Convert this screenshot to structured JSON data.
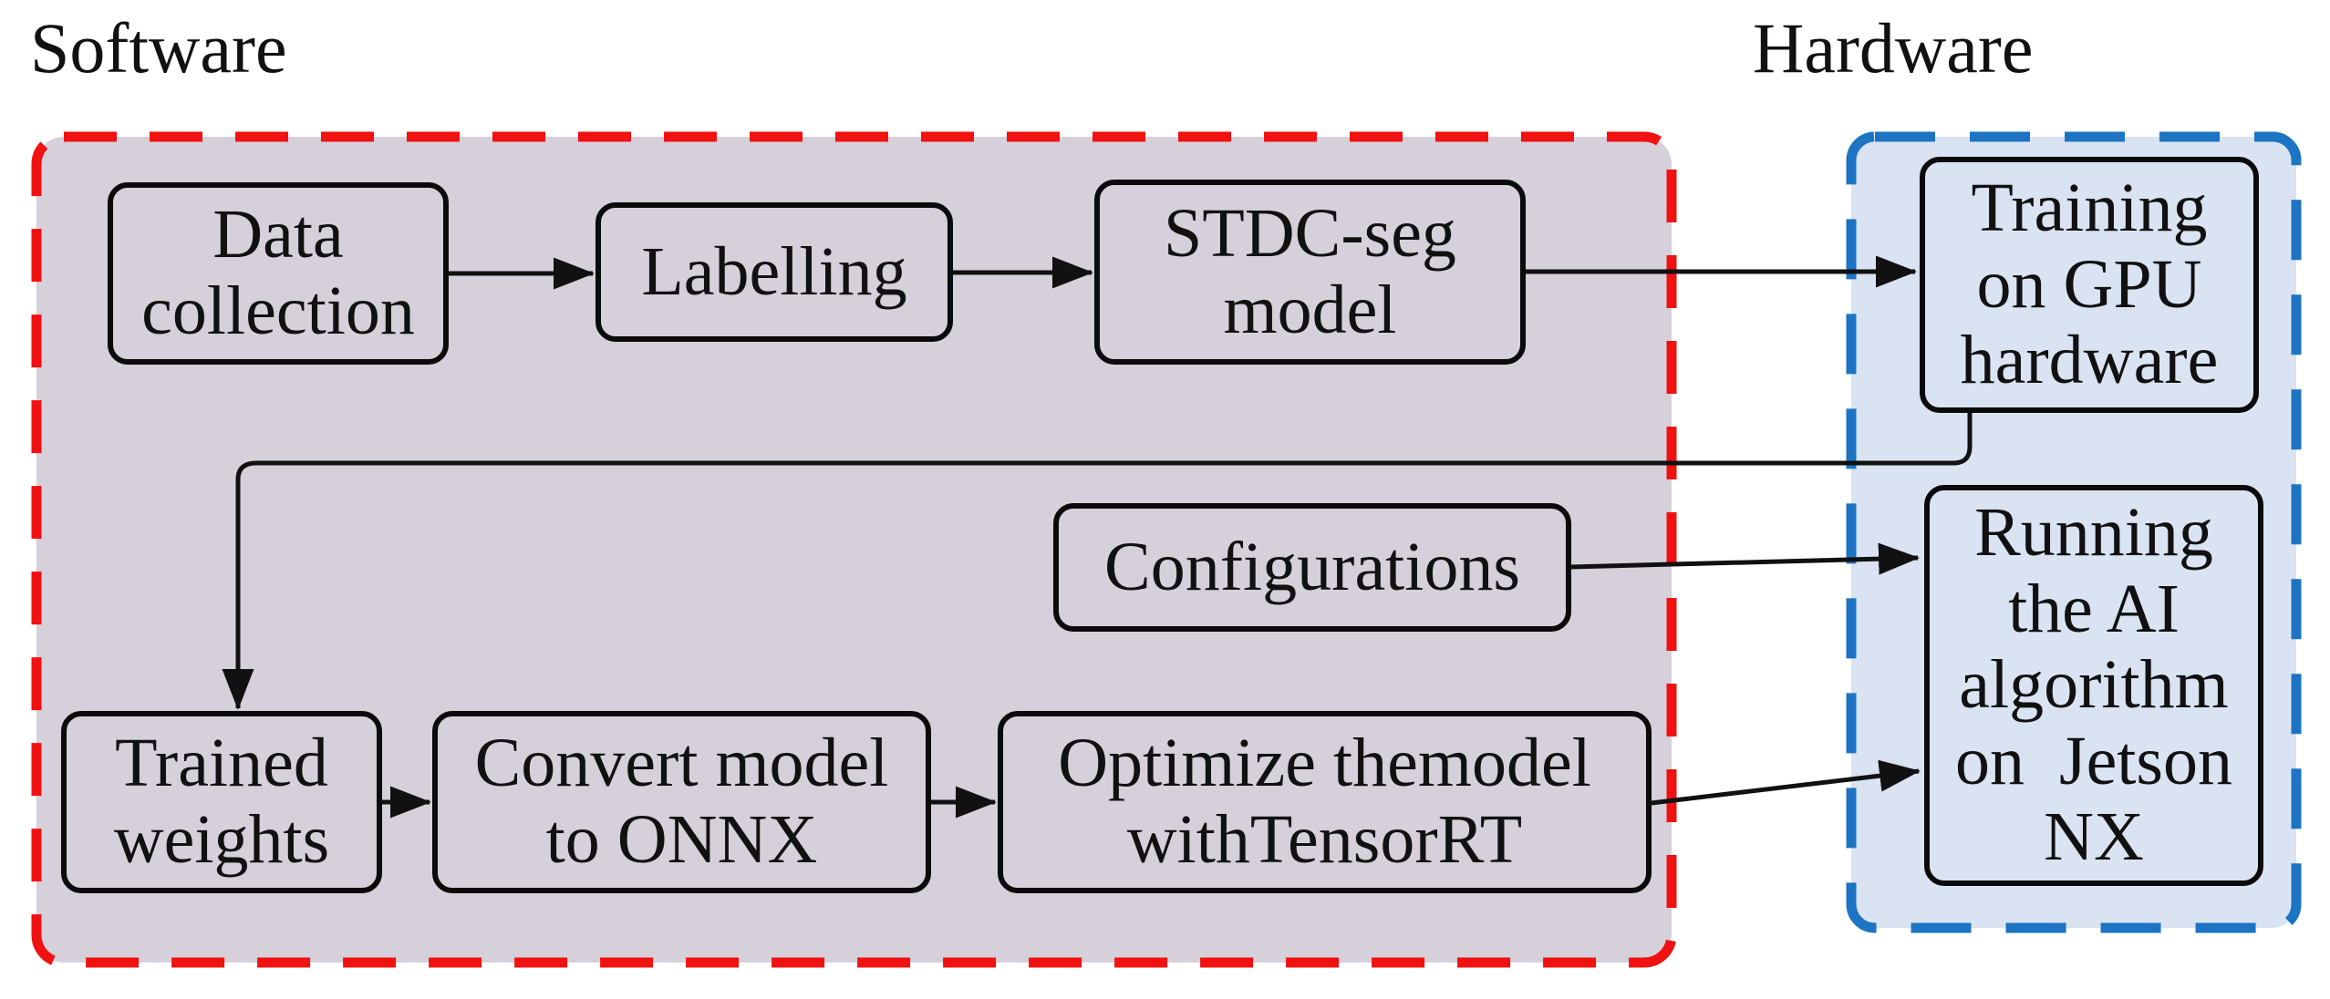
{
  "titles": {
    "software": "Software",
    "hardware": "Hardware"
  },
  "regions": {
    "software": {
      "title": "Software",
      "fill": "#d6d0db",
      "border_color": "#f01111",
      "border_style": "dashed"
    },
    "hardware": {
      "title": "Hardware",
      "fill": "#dae3f2",
      "border_color": "#1c74c2",
      "border_style": "dashed"
    }
  },
  "nodes": {
    "data_collection": {
      "label": "Data\ncollection",
      "region": "software"
    },
    "labelling": {
      "label": "Labelling",
      "region": "software"
    },
    "stdc_seg": {
      "label": "STDC-seg\nmodel",
      "region": "software"
    },
    "configurations": {
      "label": "Configurations",
      "region": "software"
    },
    "trained_weights": {
      "label": "Trained\nweights",
      "region": "software"
    },
    "convert_onnx": {
      "label": "Convert model\nto ONNX",
      "region": "software"
    },
    "optimize_trt": {
      "label": "Optimize themodel\nwithTensorRT",
      "region": "software"
    },
    "training_gpu": {
      "label": "Training\non GPU\nhardware",
      "region": "hardware"
    },
    "running_jetson": {
      "label": "Running\nthe AI\nalgorithm\non  Jetson\nNX",
      "region": "hardware"
    }
  },
  "edges": [
    {
      "from": "data_collection",
      "to": "labelling",
      "arrow": true
    },
    {
      "from": "labelling",
      "to": "stdc_seg",
      "arrow": true
    },
    {
      "from": "stdc_seg",
      "to": "training_gpu",
      "arrow": true
    },
    {
      "from": "training_gpu",
      "to": "trained_weights",
      "arrow": true
    },
    {
      "from": "configurations",
      "to": "running_jetson",
      "arrow": true
    },
    {
      "from": "trained_weights",
      "to": "convert_onnx",
      "arrow": true
    },
    {
      "from": "convert_onnx",
      "to": "optimize_trt",
      "arrow": true
    },
    {
      "from": "optimize_trt",
      "to": "running_jetson",
      "arrow": true
    }
  ],
  "palette": {
    "software_fill": "#d6d0db",
    "software_border": "#f01111",
    "hardware_fill": "#dae3f2",
    "hardware_border": "#1c74c2",
    "box_border": "#0b0b0b",
    "connector": "#111111",
    "text": "#111111",
    "canvas": "#ffffff"
  }
}
